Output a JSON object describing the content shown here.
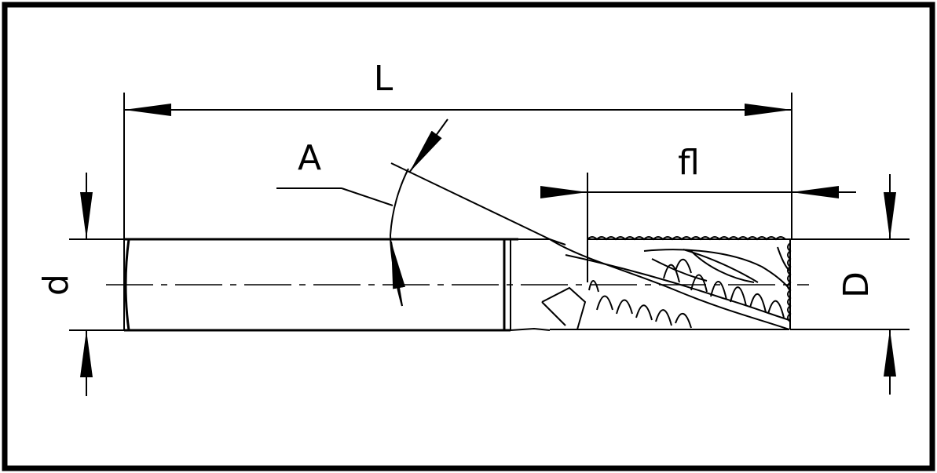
{
  "labels": {
    "overall_length": "L",
    "angle": "A",
    "flute_length": "fl",
    "shank_diameter": "d",
    "cutting_diameter": "D"
  },
  "colors": {
    "line": "#000000",
    "background": "#ffffff"
  }
}
